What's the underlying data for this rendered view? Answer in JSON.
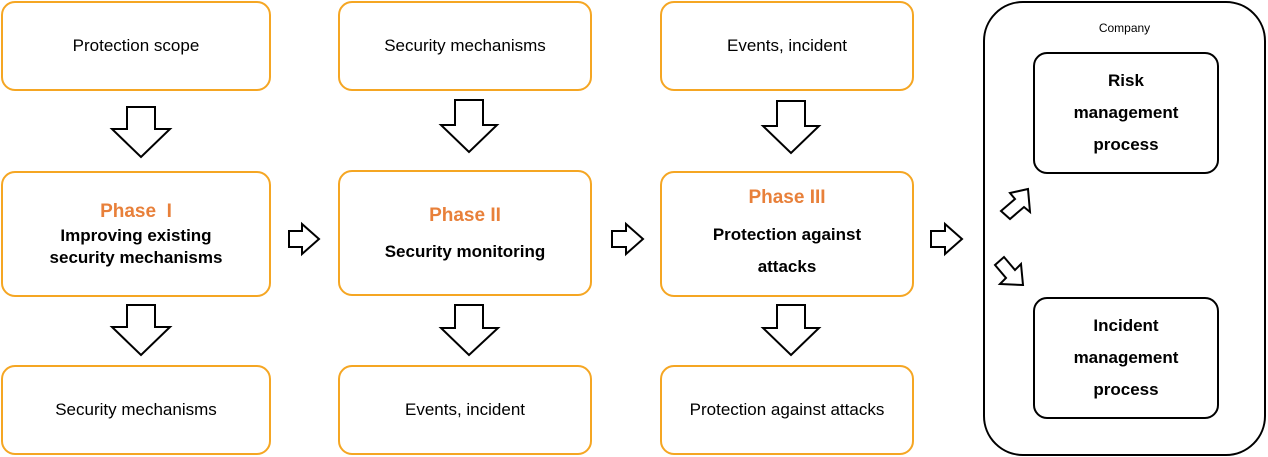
{
  "columns": [
    {
      "top": "Protection scope",
      "phase": "Phase  I",
      "desc": "Improving existing security mechanisms",
      "bottom": "Security mechanisms"
    },
    {
      "top": "Security mechanisms",
      "phase": "Phase II",
      "desc": "Security monitoring",
      "bottom": "Events, incident"
    },
    {
      "top": "Events, incident",
      "phase": "Phase III",
      "desc": "Protection against attacks",
      "bottom": "Protection against attacks"
    }
  ],
  "company": {
    "label": "Company",
    "risk": "Risk management process",
    "incident": "Incident management process"
  },
  "colors": {
    "accent": "#f5a623",
    "phase_title": "#e8803a",
    "outline": "#000000"
  }
}
